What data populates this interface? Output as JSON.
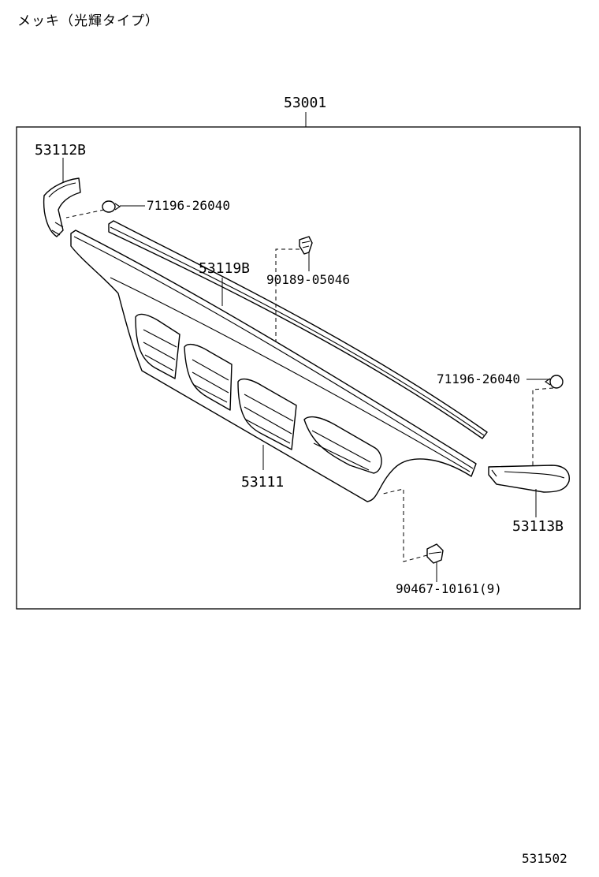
{
  "caption": "メッキ（光輝タイプ）",
  "labels": {
    "assembly": "53001",
    "left_end": "53112B",
    "clip_left": "71196-26040",
    "molding": "53119B",
    "screw": "90189-05046",
    "clip_right": "71196-26040",
    "grille": "53111",
    "right_end": "53113B",
    "clip_bottom": "90467-10161(9)"
  },
  "footer": "531502"
}
